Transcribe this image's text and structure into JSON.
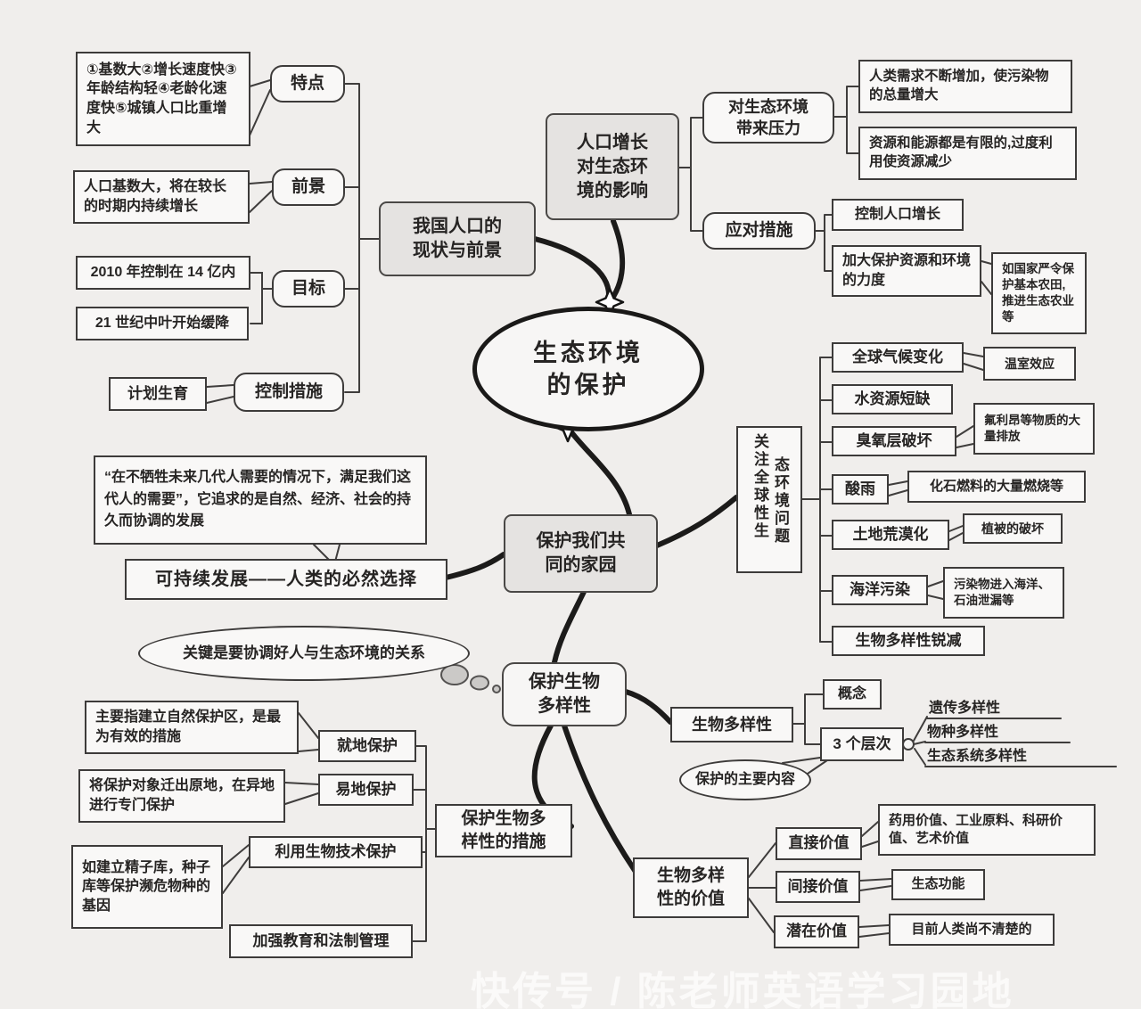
{
  "center": {
    "title": "生态环境的保护"
  },
  "population": {
    "node": "我国人口的现状与前景",
    "traits": {
      "label": "特点",
      "detail": "①基数大②增长速度快③年龄结构轻④老龄化速度快⑤城镇人口比重增大"
    },
    "prospect": {
      "label": "前景",
      "detail": "人口基数大，将在较长的时期内持续增长"
    },
    "goal": {
      "label": "目标",
      "detail1": "2010 年控制在 14 亿内",
      "detail2": "21 世纪中叶开始缓降"
    },
    "control": {
      "label": "控制措施",
      "detail": "计划生育"
    }
  },
  "impact": {
    "node": "人口增长对生态环境的影响",
    "pressure": {
      "label": "对生态环境带来压力",
      "detail1": "人类需求不断增加，使污染物的总量增大",
      "detail2": "资源和能源都是有限的,过度利用使资源减少"
    },
    "measures": {
      "label": "应对措施",
      "item1": "控制人口增长",
      "item2": "加大保护资源和环境的力度",
      "note": "如国家严令保护基本农田,推进生态农业等"
    }
  },
  "homeland": {
    "node": "保护我们共同的家园",
    "quote": "“在不牺牲未来几代人需要的情况下，满足我们这代人的需要”，它追求的是自然、经济、社会的持久而协调的发展",
    "sustainable": "可持续发展——人类的必然选择",
    "global": {
      "label_col1": "关注全球性生",
      "label_col2": "态环境问题",
      "problems": [
        {
          "label": "全球气候变化",
          "note": "温室效应"
        },
        {
          "label": "水资源短缺"
        },
        {
          "label": "臭氧层破坏",
          "note": "氟利昂等物质的大量排放"
        },
        {
          "label": "酸雨",
          "note": "化石燃料的大量燃烧等"
        },
        {
          "label": "土地荒漠化",
          "note": "植被的破坏"
        },
        {
          "label": "海洋污染",
          "note": "污染物进入海洋、石油泄漏等"
        },
        {
          "label": "生物多样性锐减"
        }
      ]
    }
  },
  "biodiversity": {
    "node": "保护生物多样性",
    "key_point": "关键是要协调好人与生态环境的关系",
    "overview": {
      "node": "生物多样性",
      "concept": "概念",
      "levels": "3 个层次",
      "level_items": [
        "遗传多样性",
        "物种多样性",
        "生态系统多样性"
      ],
      "content_note": "保护的主要内容"
    },
    "measures": {
      "node": "保护生物多样性的措施",
      "items": [
        {
          "label": "就地保护",
          "note": "主要指建立自然保护区，是最为有效的措施"
        },
        {
          "label": "易地保护",
          "note": "将保护对象迁出原地，在异地进行专门保护"
        },
        {
          "label": "利用生物技术保护",
          "note": "如建立精子库，种子库等保护濒危物种的基因"
        },
        {
          "label": "加强教育和法制管理"
        }
      ]
    },
    "values": {
      "node": "生物多样性的价值",
      "items": [
        {
          "label": "直接价值",
          "note": "药用价值、工业原料、科研价值、艺术价值"
        },
        {
          "label": "间接价值",
          "note": "生态功能"
        },
        {
          "label": "潜在价值",
          "note": "目前人类尚不清楚的"
        }
      ]
    }
  },
  "watermark": "快传号 / 陈老师英语学习园地"
}
